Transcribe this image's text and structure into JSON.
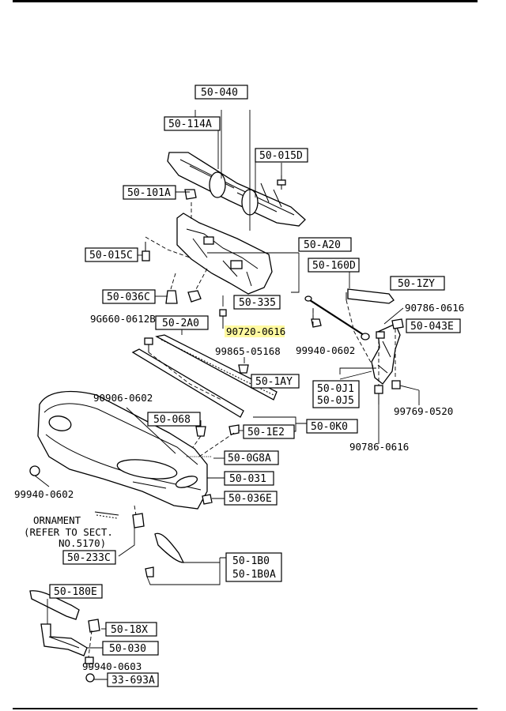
{
  "boxed_labels": [
    {
      "id": "b1",
      "text": "50-040"
    },
    {
      "id": "b2",
      "text": "50-114A"
    },
    {
      "id": "b3",
      "text": "50-015D"
    },
    {
      "id": "b4",
      "text": "50-101A"
    },
    {
      "id": "b5",
      "text": "50-015C"
    },
    {
      "id": "b6",
      "text": "50-A20"
    },
    {
      "id": "b7",
      "text": "50-160D"
    },
    {
      "id": "b8",
      "text": "50-1ZY"
    },
    {
      "id": "b9",
      "text": "50-036C"
    },
    {
      "id": "b10",
      "text": "50-335"
    },
    {
      "id": "b11",
      "text": "50-2A0"
    },
    {
      "id": "b12",
      "text": "50-043E"
    },
    {
      "id": "b13",
      "text": "50-1AY"
    },
    {
      "id": "b14",
      "text": "50-0J1"
    },
    {
      "id": "b15",
      "text": "50-0J5"
    },
    {
      "id": "b16",
      "text": "50-068"
    },
    {
      "id": "b17",
      "text": "50-1E2"
    },
    {
      "id": "b18",
      "text": "50-0K0"
    },
    {
      "id": "b19",
      "text": "50-0G8A"
    },
    {
      "id": "b20",
      "text": "50-031"
    },
    {
      "id": "b21",
      "text": "50-036E"
    },
    {
      "id": "b22",
      "text": "50-233C"
    },
    {
      "id": "b23",
      "text": "50-1B0"
    },
    {
      "id": "b24",
      "text": "50-1B0A"
    },
    {
      "id": "b25",
      "text": "50-180E"
    },
    {
      "id": "b26",
      "text": "50-18X"
    },
    {
      "id": "b27",
      "text": "50-030"
    },
    {
      "id": "b28",
      "text": "33-693A"
    }
  ],
  "plain_labels": [
    {
      "id": "p1",
      "text": "90786-0616"
    },
    {
      "id": "p2",
      "text": "9G660-0612B"
    },
    {
      "id": "p3",
      "text": "90720-0616"
    },
    {
      "id": "p4",
      "text": "99865-05168"
    },
    {
      "id": "p5",
      "text": "99940-0602"
    },
    {
      "id": "p6",
      "text": "90906-0602"
    },
    {
      "id": "p7",
      "text": "99769-0520"
    },
    {
      "id": "p8",
      "text": "90786-0616"
    },
    {
      "id": "p9",
      "text": "99940-0602"
    },
    {
      "id": "p10",
      "text": "99940-0603"
    }
  ],
  "ornament_note": {
    "line1": "ORNAMENT",
    "line2": "(REFER TO SECT.",
    "line3": "NO.5170)"
  },
  "highlight": {
    "label": "90720-0616",
    "color": "#fff9a0"
  }
}
